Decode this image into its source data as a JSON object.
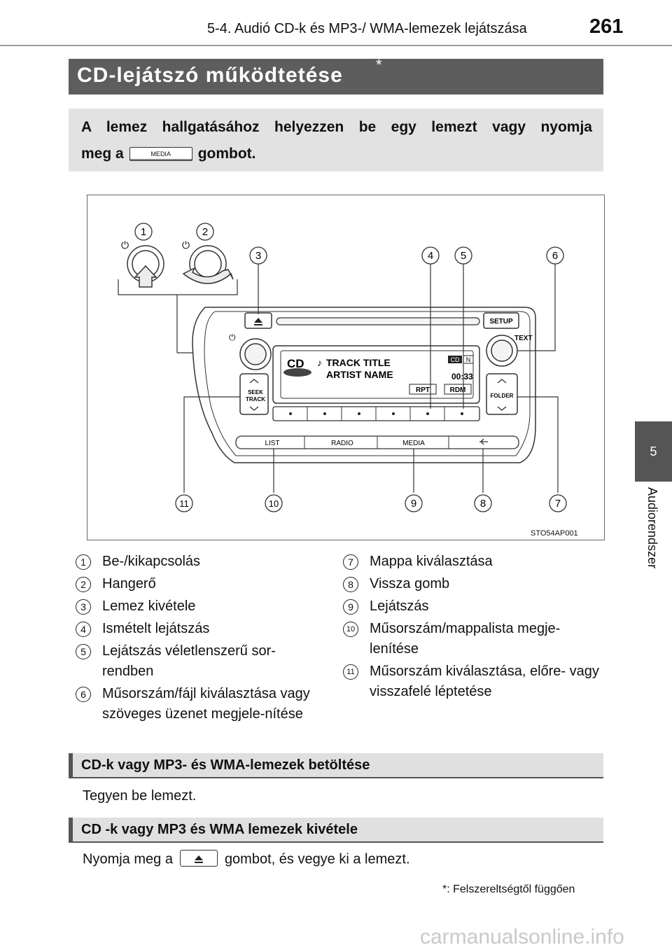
{
  "header": {
    "section": "5-4. Audió CD-k és MP3-/ WMA-lemezek lejátszása",
    "page_number": "261"
  },
  "side_tab": {
    "chapter": "5",
    "label": "Audiorendszer"
  },
  "title": "CD-lejátszó működtetése",
  "title_mark": "*",
  "intro": {
    "line1": "A lemez hallgatásához helyezzen be egy lemezt vagy nyomja",
    "line2_pre": "meg a",
    "button": "MEDIA",
    "line2_post": "gombot."
  },
  "figure": {
    "code": "STO54AP001",
    "callout_numbers": [
      "1",
      "2",
      "3",
      "4",
      "5",
      "6",
      "7",
      "8",
      "9",
      "10",
      "11"
    ],
    "panel": {
      "setup": "SETUP",
      "text": "TEXT",
      "seek": "SEEK",
      "track": "TRACK",
      "folder": "FOLDER",
      "display_cd": "CD",
      "track_title": "TRACK TITLE",
      "artist_name": "ARTIST NAME",
      "ind_cd": "CD",
      "ind_n": "N",
      "time": "00:33",
      "rpt": "RPT",
      "rdm": "RDM",
      "list": "LIST",
      "radio": "RADIO",
      "media": "MEDIA"
    }
  },
  "legend_left": [
    {
      "num": "1",
      "text": "Be-/kikapcsolás"
    },
    {
      "num": "2",
      "text": "Hangerő"
    },
    {
      "num": "3",
      "text": "Lemez kivétele"
    },
    {
      "num": "4",
      "text": "Ismételt lejátszás"
    },
    {
      "num": "5",
      "text": "Lejátszás véletlenszerű sor-rendben"
    },
    {
      "num": "6",
      "text": "Műsorszám/fájl kiválasztása vagy szöveges üzenet megjele-nítése"
    }
  ],
  "legend_right": [
    {
      "num": "7",
      "text": "Mappa kiválasztása"
    },
    {
      "num": "8",
      "text": "Vissza gomb"
    },
    {
      "num": "9",
      "text": "Lejátszás"
    },
    {
      "num": "10",
      "text": "Műsorszám/mappalista megje-lenítése"
    },
    {
      "num": "11",
      "text": "Műsorszám kiválasztása, előre- vagy visszafelé léptetése"
    }
  ],
  "section1": {
    "title": "CD-k vagy MP3- és WMA-lemezek betöltése",
    "body": "Tegyen be lemezt."
  },
  "section2": {
    "title": "CD -k vagy MP3 és WMA lemezek kivétele",
    "body_pre": "Nyomja meg a",
    "body_post": "gombot, és vegye ki a lemezt."
  },
  "footnote": "*: Felszereltségtől függően",
  "watermark": "carmanualsonline.info"
}
